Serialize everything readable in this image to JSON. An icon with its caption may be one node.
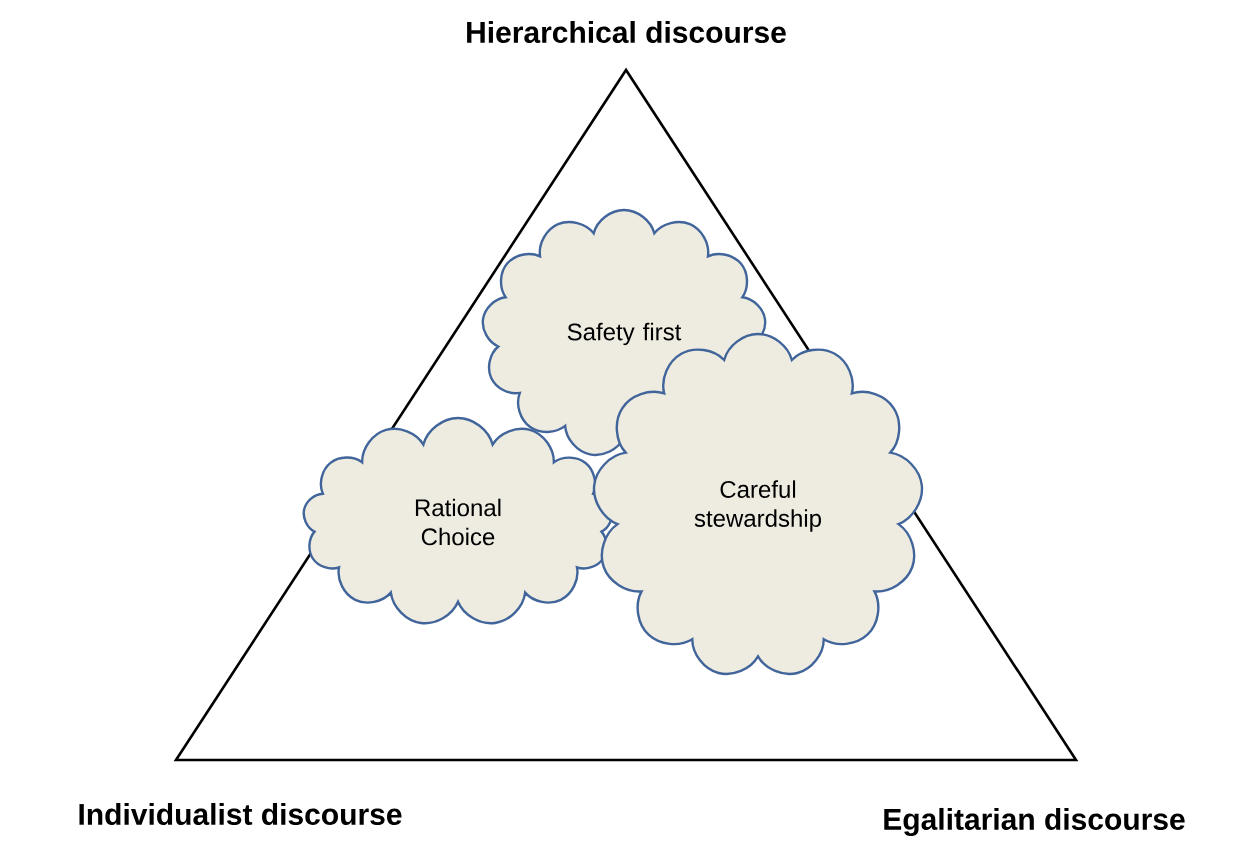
{
  "diagram": {
    "nodes": [
      {
        "text": [
          "Safety first"
        ]
      },
      {
        "text": [
          "Rational Choice"
        ]
      },
      {
        "text": [
          "Careful stewardship"
        ]
      }
    ],
    "labels": [
      "Hierarchical discourse",
      "Individualist discourse",
      "Egalitarian discourse"
    ]
  }
}
